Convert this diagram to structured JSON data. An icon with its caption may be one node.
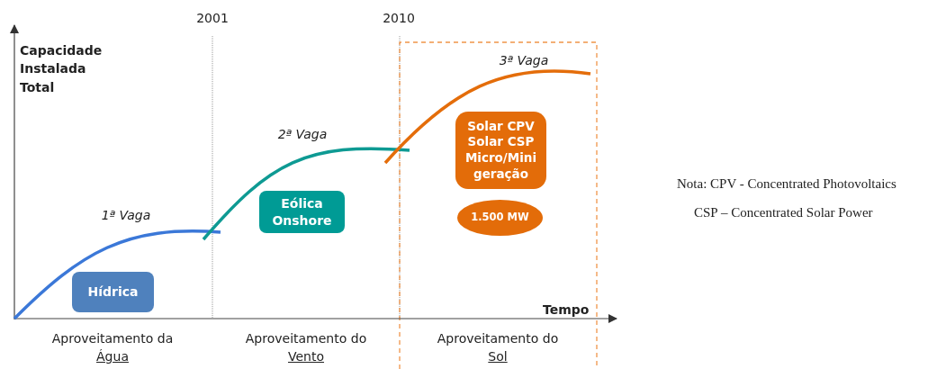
{
  "diagram": {
    "nodes": [
      {
        "text": [
          "Hídrica"
        ]
      },
      {
        "text": [
          "Eólica Onshore"
        ]
      },
      {
        "text": [
          "Solar CPV Solar CSP Micro/Mini geração"
        ]
      },
      {
        "text": [
          "1.500 MW"
        ]
      }
    ],
    "labels": [
      "2001",
      "2010",
      "Capacidade Instalada Total",
      "3ª Vaga",
      "2ª Vaga",
      "1ª Vaga",
      "Nota: CPV - Concentrated Photovoltaics",
      "CSP – Concentrated Solar Power",
      "Tempo",
      "Aproveitamento da",
      "Água",
      "Aproveitamento do",
      "Vento",
      "Aproveitamento do",
      "Sol"
    ]
  }
}
